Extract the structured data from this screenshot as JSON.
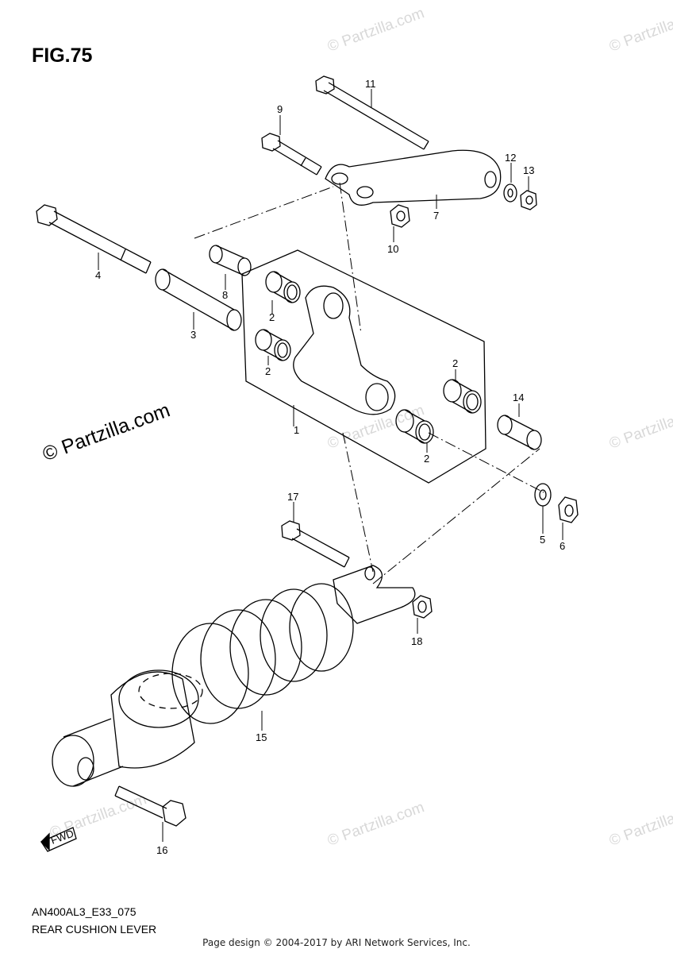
{
  "figure": {
    "title": "FIG.75"
  },
  "callouts": [
    "1",
    "2",
    "2",
    "2",
    "2",
    "3",
    "4",
    "5",
    "6",
    "7",
    "8",
    "9",
    "10",
    "11",
    "12",
    "13",
    "14",
    "15",
    "16",
    "17",
    "18"
  ],
  "watermark": {
    "text": "© Partzilla.com",
    "repeat_text": "© Partzilla.com"
  },
  "fwd_label": "FWD",
  "diagram_code": "AN400AL3_E33_075",
  "caption": "REAR CUSHION LEVER",
  "footer": "Page design © 2004-2017 by ARI Network Services, Inc."
}
